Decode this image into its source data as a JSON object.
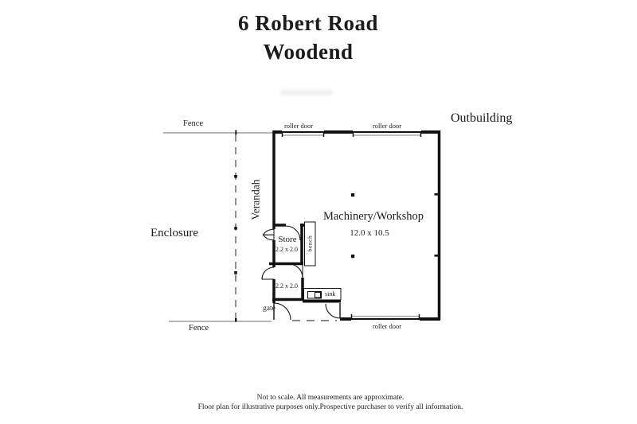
{
  "title": {
    "line1": "6 Robert Road",
    "line2": "Woodend"
  },
  "plan": {
    "outbuilding_label": "Outbuilding",
    "enclosure_label": "Enclosure",
    "verandah_label": "Verandah",
    "fence_top_label": "Fence",
    "fence_bottom_label": "Fence",
    "roller_door_top_left_label": "roller door",
    "roller_door_top_right_label": "roller door",
    "roller_door_bottom_label": "roller door",
    "workshop": {
      "name": "Machinery/Workshop",
      "dimensions": "12.0 x 10.5"
    },
    "store": {
      "name": "Store",
      "dimensions": "2.2 x 2.0"
    },
    "utility_room": {
      "dimensions": "2.2 x 2.0"
    },
    "bench_label": "bench",
    "sink_label": "sink",
    "gate_label": "gate"
  },
  "footer": {
    "line1": "Not to scale. All measurements are approximate.",
    "line2": "Floor plan for illustrative purposes only.Prospective purchaser to verify all information."
  },
  "colors": {
    "wall": "#111111",
    "fence": "#8a8a8a",
    "roller": "#9a9a9a",
    "text": "#1c1c1c"
  }
}
